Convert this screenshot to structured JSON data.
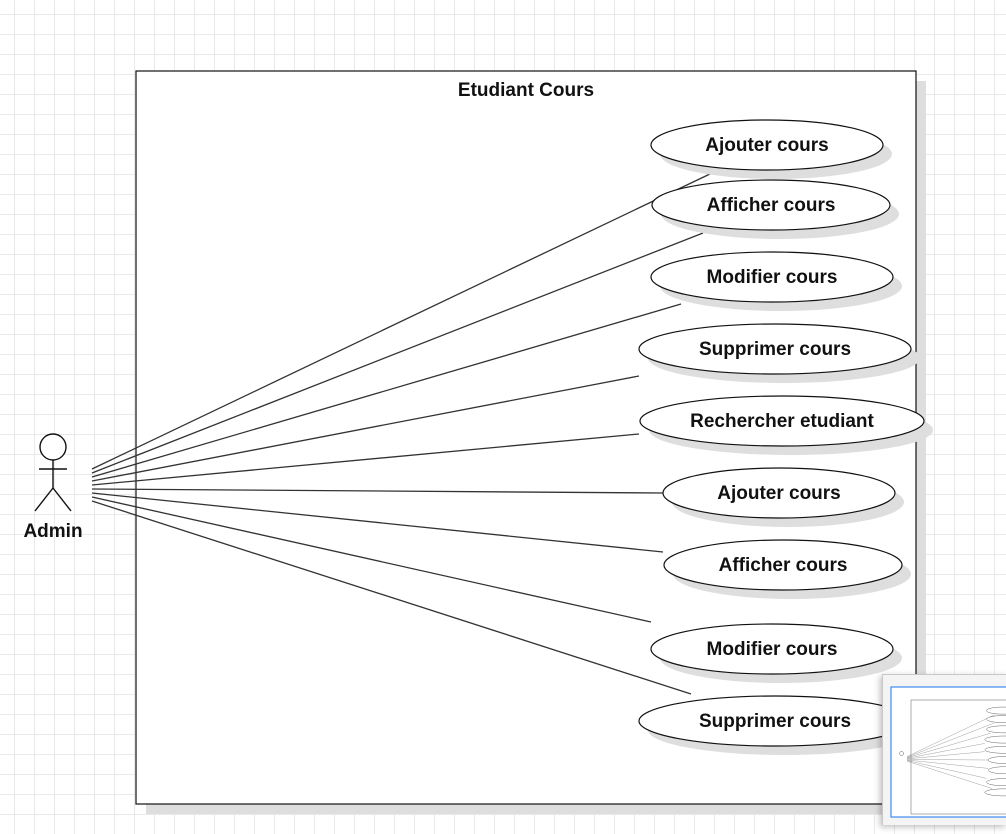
{
  "diagram": {
    "system_title": "Etudiant Cours",
    "actor": {
      "label": "Admin"
    },
    "use_cases": [
      {
        "id": "uc1",
        "label": "Ajouter cours"
      },
      {
        "id": "uc2",
        "label": "Afficher cours"
      },
      {
        "id": "uc3",
        "label": "Modifier cours"
      },
      {
        "id": "uc4",
        "label": "Supprimer cours"
      },
      {
        "id": "uc5",
        "label": "Rechercher etudiant"
      },
      {
        "id": "uc6",
        "label": "Ajouter cours"
      },
      {
        "id": "uc7",
        "label": "Afficher cours"
      },
      {
        "id": "uc8",
        "label": "Modifier cours"
      },
      {
        "id": "uc9",
        "label": "Supprimer cours"
      }
    ]
  },
  "colors": {
    "line": "#333333",
    "shadow": "#dedede",
    "grid": "#e9e9e9",
    "navigator_frame": "#3d8ef0"
  }
}
